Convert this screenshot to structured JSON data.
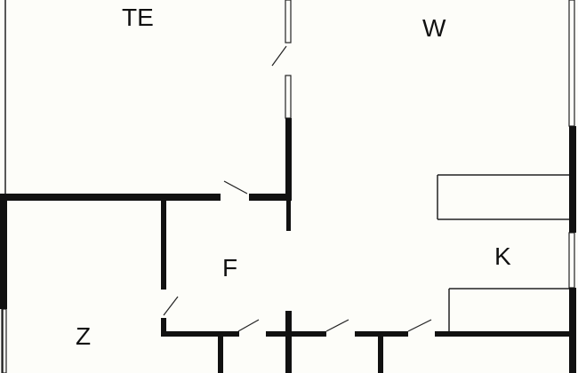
{
  "rooms": {
    "te": "TE",
    "w": "W",
    "k": "K",
    "f": "F",
    "z": "Z"
  },
  "colors": {
    "wall": "#111111",
    "background": "#fdfdf9",
    "thin_line": "#222222"
  }
}
